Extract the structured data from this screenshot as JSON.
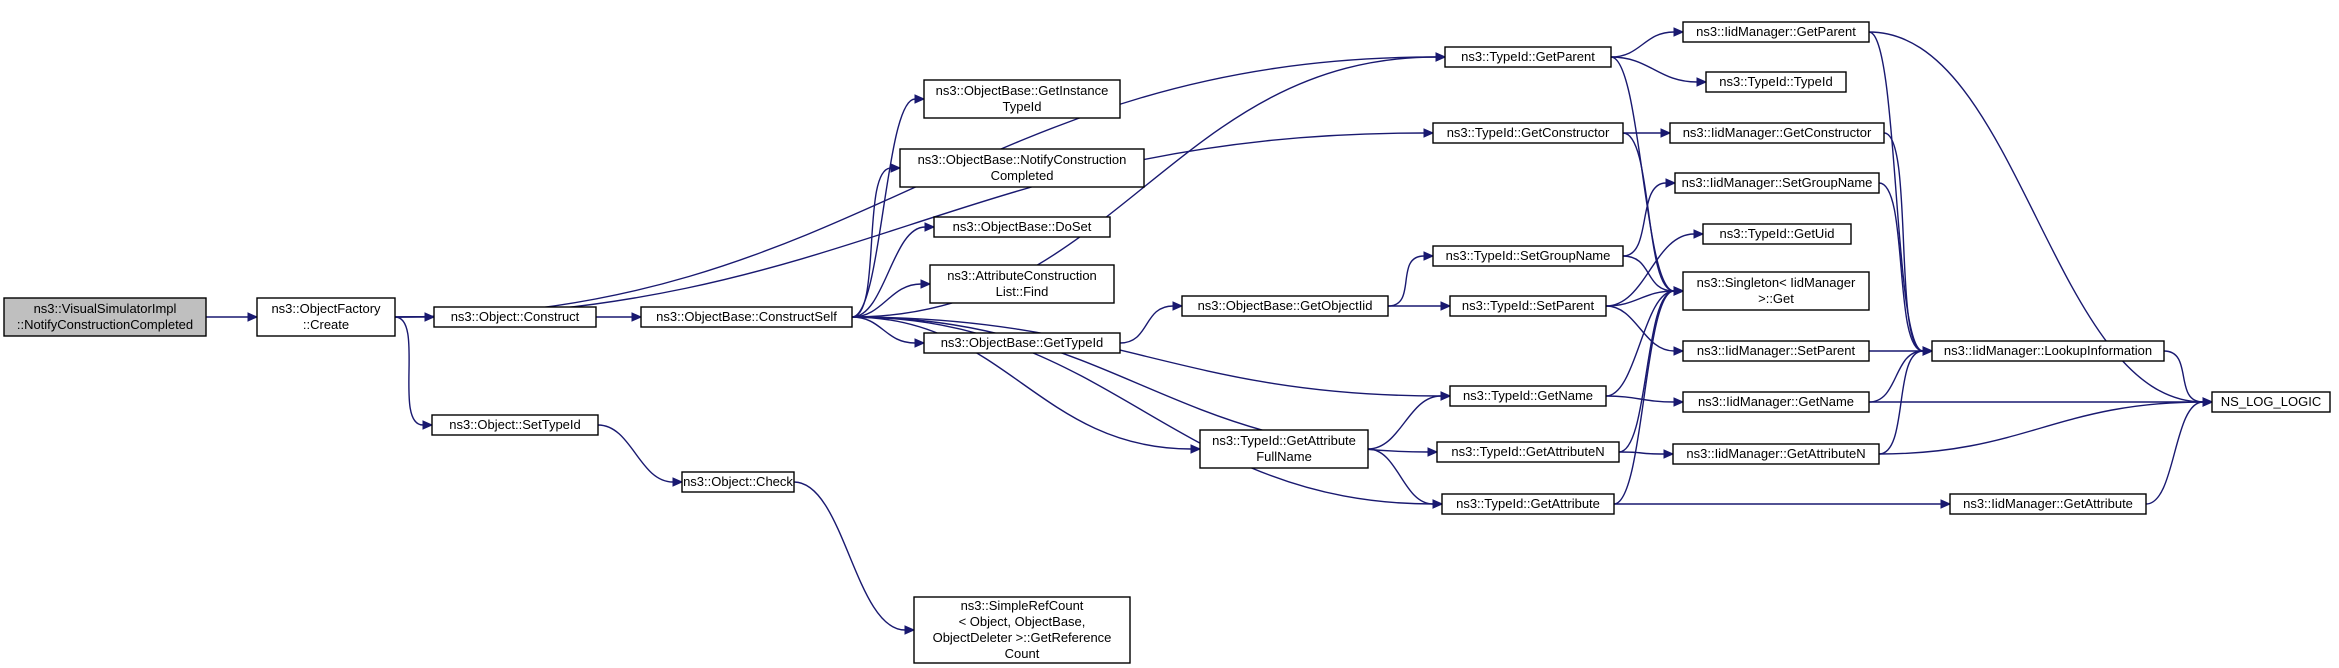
{
  "nodes": [
    {
      "id": "n0",
      "lines": [
        "ns3::VisualSimulatorImpl",
        "::NotifyConstructionCompleted"
      ],
      "root": true
    },
    {
      "id": "n1",
      "lines": [
        "ns3::ObjectFactory",
        "::Create"
      ]
    },
    {
      "id": "n2",
      "lines": [
        "ns3::Object::Construct"
      ]
    },
    {
      "id": "n3",
      "lines": [
        "ns3::Object::SetTypeId"
      ]
    },
    {
      "id": "n4",
      "lines": [
        "ns3::TypeId::GetParent"
      ]
    },
    {
      "id": "n5",
      "lines": [
        "ns3::TypeId::GetConstructor"
      ]
    },
    {
      "id": "n6",
      "lines": [
        "ns3::ObjectBase::ConstructSelf"
      ]
    },
    {
      "id": "n7",
      "lines": [
        "ns3::ObjectBase::GetInstance",
        "TypeId"
      ]
    },
    {
      "id": "n8",
      "lines": [
        "ns3::ObjectBase::NotifyConstruction",
        "Completed"
      ]
    },
    {
      "id": "n9",
      "lines": [
        "ns3::ObjectBase::DoSet"
      ]
    },
    {
      "id": "n10",
      "lines": [
        "ns3::AttributeConstruction",
        "List::Find"
      ]
    },
    {
      "id": "n11",
      "lines": [
        "ns3::ObjectBase::GetTypeId"
      ]
    },
    {
      "id": "n12",
      "lines": [
        "ns3::TypeId::GetName"
      ]
    },
    {
      "id": "n13",
      "lines": [
        "ns3::TypeId::GetAttribute",
        "FullName"
      ]
    },
    {
      "id": "n14",
      "lines": [
        "ns3::TypeId::GetAttributeN"
      ]
    },
    {
      "id": "n15",
      "lines": [
        "ns3::TypeId::GetAttribute"
      ]
    },
    {
      "id": "n16",
      "lines": [
        "ns3::Object::Check"
      ]
    },
    {
      "id": "n17",
      "lines": [
        "ns3::SimpleRefCount",
        "< Object, ObjectBase,",
        "ObjectDeleter >::GetReference",
        "Count"
      ]
    },
    {
      "id": "n18",
      "lines": [
        "ns3::ObjectBase::GetObjectIid"
      ]
    },
    {
      "id": "n19",
      "lines": [
        "ns3::TypeId::SetGroupName"
      ]
    },
    {
      "id": "n20",
      "lines": [
        "ns3::TypeId::SetParent"
      ]
    },
    {
      "id": "n21",
      "lines": [
        "ns3::IidManager::GetParent"
      ]
    },
    {
      "id": "n22",
      "lines": [
        "ns3::TypeId::TypeId"
      ]
    },
    {
      "id": "n23",
      "lines": [
        "ns3::IidManager::GetConstructor"
      ]
    },
    {
      "id": "n24",
      "lines": [
        "ns3::IidManager::SetGroupName"
      ]
    },
    {
      "id": "n25",
      "lines": [
        "ns3::TypeId::GetUid"
      ]
    },
    {
      "id": "n26",
      "lines": [
        "ns3::Singleton< IidManager",
        " >::Get"
      ]
    },
    {
      "id": "n27",
      "lines": [
        "ns3::IidManager::SetParent"
      ]
    },
    {
      "id": "n28",
      "lines": [
        "ns3::IidManager::GetName"
      ]
    },
    {
      "id": "n29",
      "lines": [
        "ns3::IidManager::GetAttributeN"
      ]
    },
    {
      "id": "n30",
      "lines": [
        "ns3::IidManager::GetAttribute"
      ]
    },
    {
      "id": "n31",
      "lines": [
        "ns3::IidManager::LookupInformation"
      ]
    },
    {
      "id": "n32",
      "lines": [
        "NS_LOG_LOGIC"
      ]
    }
  ],
  "edges": [
    [
      "n0",
      "n1"
    ],
    [
      "n1",
      "n2"
    ],
    [
      "n1",
      "n3"
    ],
    [
      "n1",
      "n4"
    ],
    [
      "n1",
      "n5"
    ],
    [
      "n2",
      "n6"
    ],
    [
      "n3",
      "n16"
    ],
    [
      "n16",
      "n17"
    ],
    [
      "n6",
      "n4"
    ],
    [
      "n6",
      "n7"
    ],
    [
      "n6",
      "n8"
    ],
    [
      "n6",
      "n9"
    ],
    [
      "n6",
      "n10"
    ],
    [
      "n6",
      "n11"
    ],
    [
      "n6",
      "n12"
    ],
    [
      "n6",
      "n13"
    ],
    [
      "n6",
      "n14"
    ],
    [
      "n6",
      "n15"
    ],
    [
      "n11",
      "n18"
    ],
    [
      "n18",
      "n19"
    ],
    [
      "n18",
      "n20"
    ],
    [
      "n4",
      "n21"
    ],
    [
      "n4",
      "n22"
    ],
    [
      "n4",
      "n26"
    ],
    [
      "n5",
      "n23"
    ],
    [
      "n5",
      "n26"
    ],
    [
      "n19",
      "n24"
    ],
    [
      "n19",
      "n26"
    ],
    [
      "n20",
      "n25"
    ],
    [
      "n20",
      "n26"
    ],
    [
      "n20",
      "n27"
    ],
    [
      "n12",
      "n26"
    ],
    [
      "n12",
      "n28"
    ],
    [
      "n13",
      "n12"
    ],
    [
      "n13",
      "n15"
    ],
    [
      "n14",
      "n26"
    ],
    [
      "n14",
      "n29"
    ],
    [
      "n15",
      "n26"
    ],
    [
      "n15",
      "n30"
    ],
    [
      "n21",
      "n31"
    ],
    [
      "n21",
      "n32"
    ],
    [
      "n23",
      "n31"
    ],
    [
      "n24",
      "n31"
    ],
    [
      "n27",
      "n31"
    ],
    [
      "n28",
      "n31"
    ],
    [
      "n28",
      "n32"
    ],
    [
      "n29",
      "n31"
    ],
    [
      "n29",
      "n32"
    ],
    [
      "n30",
      "n32"
    ],
    [
      "n31",
      "n32"
    ]
  ]
}
